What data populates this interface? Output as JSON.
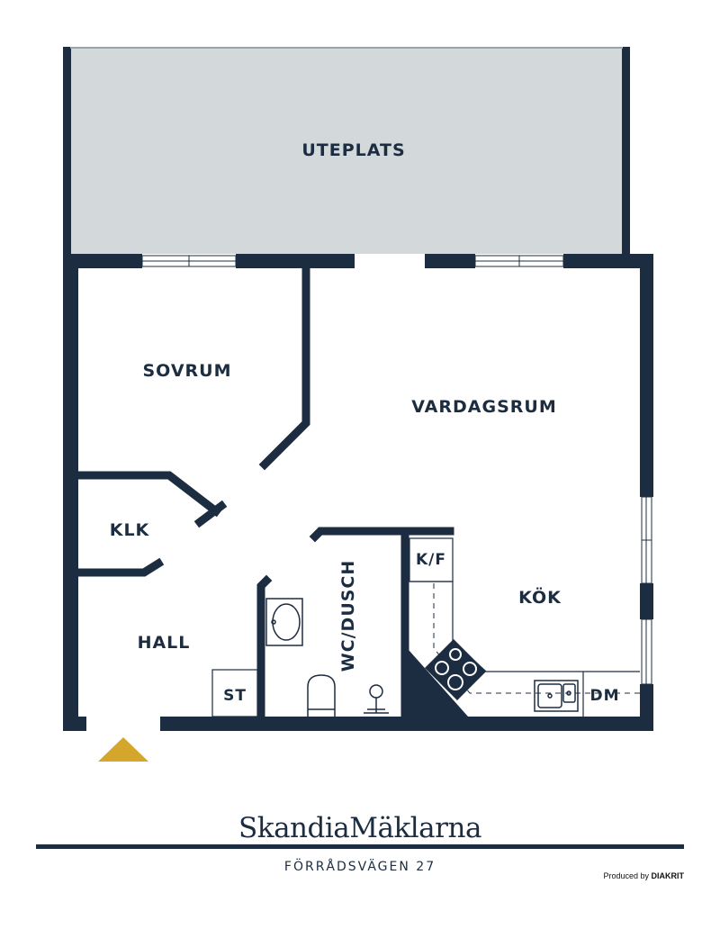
{
  "rooms": {
    "terrace": "UTEPLATS",
    "bedroom": "SOVRUM",
    "living": "VARDAGSRUM",
    "closet": "KLK",
    "fridge_freezer": "K/F",
    "kitchen": "KÖK",
    "hall": "HALL",
    "bathroom": "WC/DUSCH",
    "storage": "ST",
    "dishwasher": "DM"
  },
  "footer": {
    "brand": "SkandiaMäklarna",
    "address": "FÖRRÅDSVÄGEN 27",
    "credit_prefix": "Produced by",
    "credit_brand": "DIAKRIT"
  },
  "colors": {
    "wall": "#1c2d42",
    "terrace_fill": "#d3d8db",
    "entrance_marker": "#d4a72c"
  }
}
